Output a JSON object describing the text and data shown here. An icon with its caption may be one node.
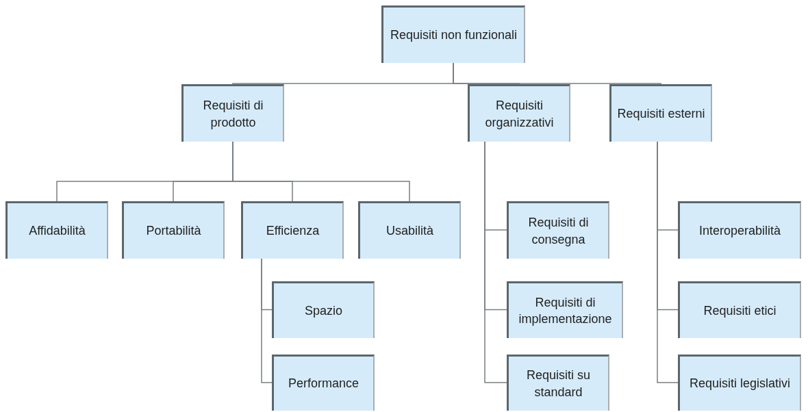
{
  "diagram": {
    "nodes": [
      {
        "text": [
          "Requisiti non funzionali"
        ]
      },
      {
        "text": [
          "Requisiti di prodotto"
        ]
      },
      {
        "text": [
          "Requisiti organizzativi"
        ]
      },
      {
        "text": [
          "Requisiti esterni"
        ]
      },
      {
        "text": [
          "Affidabilità"
        ]
      },
      {
        "text": [
          "Portabilità"
        ]
      },
      {
        "text": [
          "Efficienza"
        ]
      },
      {
        "text": [
          "Usabilità"
        ]
      },
      {
        "text": [
          "Spazio"
        ]
      },
      {
        "text": [
          "Performance"
        ]
      },
      {
        "text": [
          "Requisiti di consegna"
        ]
      },
      {
        "text": [
          "Requisiti di implementazione"
        ]
      },
      {
        "text": [
          "Requisiti su standard"
        ]
      },
      {
        "text": [
          "Interoperabilità"
        ]
      },
      {
        "text": [
          "Requisiti etici"
        ]
      },
      {
        "text": [
          "Requisiti legislativi"
        ]
      }
    ],
    "edges": [
      {
        "from": 0,
        "to": 1,
        "arrow": "none"
      },
      {
        "from": 0,
        "to": 2,
        "arrow": "none"
      },
      {
        "from": 0,
        "to": 3,
        "arrow": "none"
      },
      {
        "from": 1,
        "to": 4,
        "arrow": "none"
      },
      {
        "from": 1,
        "to": 5,
        "arrow": "none"
      },
      {
        "from": 1,
        "to": 6,
        "arrow": "none"
      },
      {
        "from": 1,
        "to": 7,
        "arrow": "none"
      },
      {
        "from": 6,
        "to": 8,
        "arrow": "none"
      },
      {
        "from": 6,
        "to": 9,
        "arrow": "none"
      },
      {
        "from": 2,
        "to": 10,
        "arrow": "none"
      },
      {
        "from": 2,
        "to": 11,
        "arrow": "none"
      },
      {
        "from": 2,
        "to": 12,
        "arrow": "none"
      },
      {
        "from": 3,
        "to": 13,
        "arrow": "none"
      },
      {
        "from": 3,
        "to": 14,
        "arrow": "none"
      },
      {
        "from": 3,
        "to": 15,
        "arrow": "none"
      }
    ]
  }
}
